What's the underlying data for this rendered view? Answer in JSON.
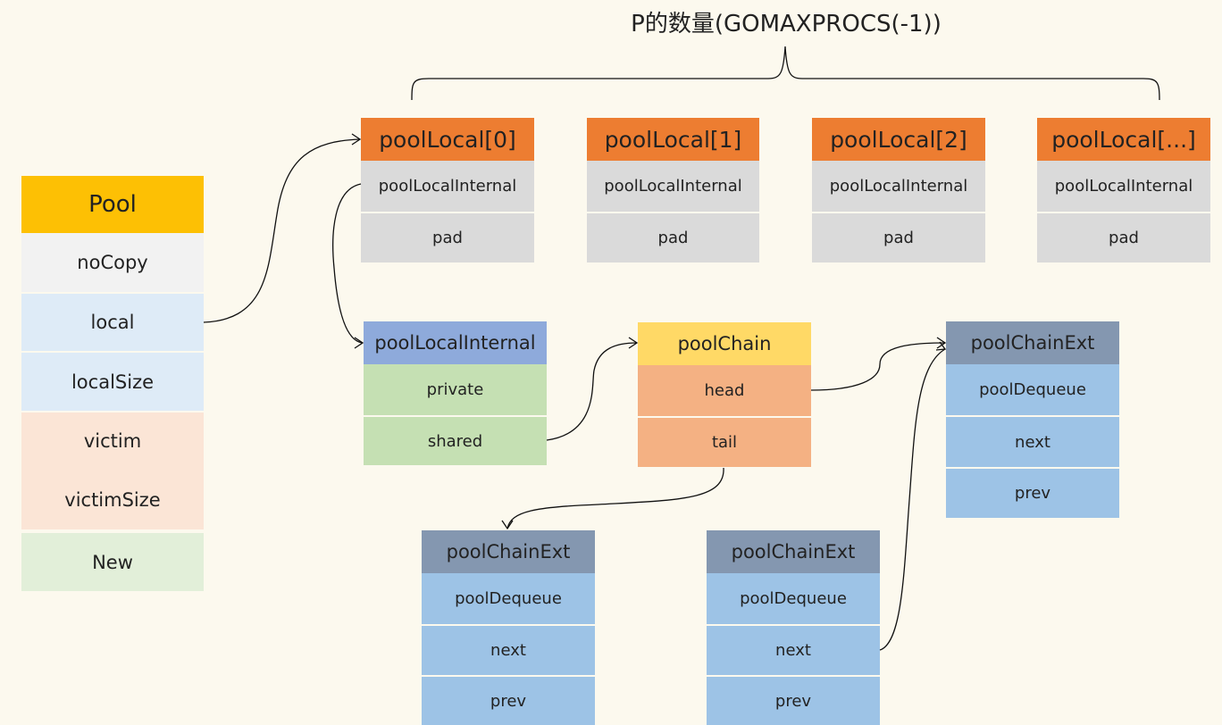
{
  "title": "P的数量(GOMAXPROCS(-1))",
  "pool": {
    "header": "Pool",
    "fields": [
      "noCopy",
      "local",
      "localSize",
      "victim",
      "victimSize",
      "New"
    ]
  },
  "pool_locals": [
    {
      "header": "poolLocal[0]",
      "fields": [
        "poolLocalInternal",
        "pad"
      ]
    },
    {
      "header": "poolLocal[1]",
      "fields": [
        "poolLocalInternal",
        "pad"
      ]
    },
    {
      "header": "poolLocal[2]",
      "fields": [
        "poolLocalInternal",
        "pad"
      ]
    },
    {
      "header": "poolLocal[...]",
      "fields": [
        "poolLocalInternal",
        "pad"
      ]
    }
  ],
  "pool_local_internal": {
    "header": "poolLocalInternal",
    "fields": [
      "private",
      "shared"
    ]
  },
  "pool_chain": {
    "header": "poolChain",
    "fields": [
      "head",
      "tail"
    ]
  },
  "chain_ext_head": {
    "header": "poolChainExt",
    "fields": [
      "poolDequeue",
      "next",
      "prev"
    ]
  },
  "chain_ext_tail": {
    "header": "poolChainExt",
    "fields": [
      "poolDequeue",
      "next",
      "prev"
    ]
  },
  "chain_ext_mid": {
    "header": "poolChainExt",
    "fields": [
      "poolDequeue",
      "next",
      "prev"
    ]
  },
  "colors": {
    "background": "#fcf9ee",
    "pool_header": "#fdc004",
    "pool_local_header": "#ed7d31",
    "grey_cell": "#dadada",
    "internal_header": "#8eaadb",
    "green_cell": "#c5e0b3",
    "chain_header": "#ffd966",
    "chain_cell": "#f4b183",
    "ext_header": "#8497b0",
    "ext_cell": "#9dc3e6"
  }
}
